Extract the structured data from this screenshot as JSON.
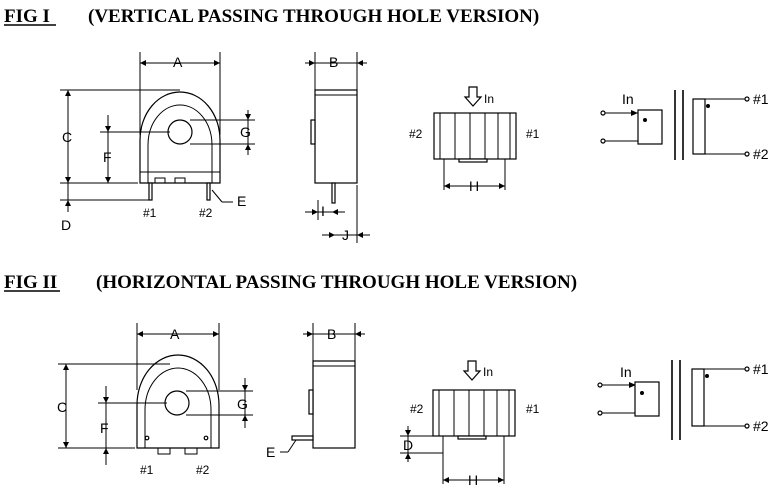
{
  "fig1": {
    "label": "FIG I",
    "caption": "(VERTICAL PASSING THROUGH HOLE VERSION)"
  },
  "fig2": {
    "label": "FIG II",
    "caption": "(HORIZONTAL  PASSING THROUGH HOLE VERSION)"
  },
  "dims": {
    "A": "A",
    "B": "B",
    "C": "C",
    "D": "D",
    "E": "E",
    "F": "F",
    "G": "G",
    "H": "H",
    "I": "I",
    "J": "J"
  },
  "pins": {
    "p1": "#1",
    "p2": "#2"
  },
  "current": "In"
}
